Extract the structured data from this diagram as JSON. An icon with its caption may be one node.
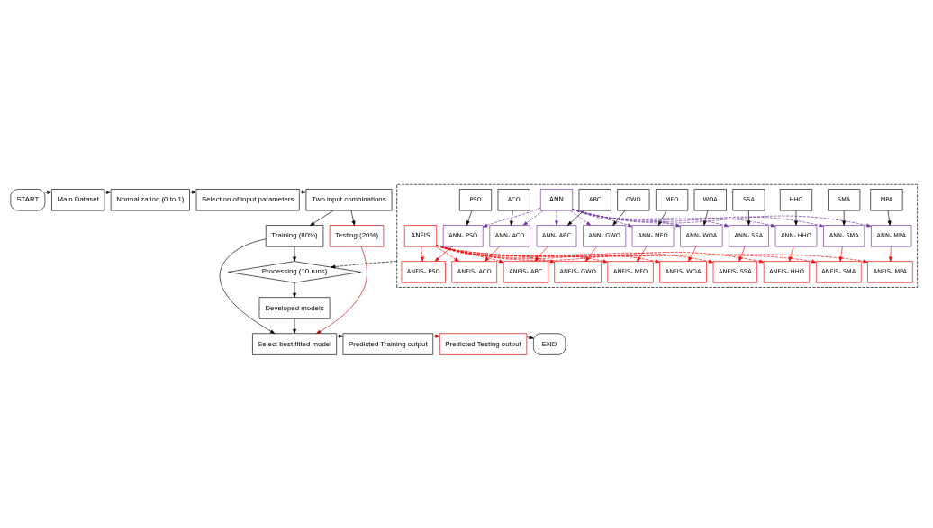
{
  "diagram": {
    "nodes": [
      {
        "text": [
          "START"
        ]
      },
      {
        "text": [
          "Main Dataset"
        ]
      },
      {
        "text": [
          "Normalization (0 to 1)"
        ]
      },
      {
        "text": [
          "Selection of input parameters"
        ]
      },
      {
        "text": [
          "Two input combinations"
        ]
      },
      {
        "text": [
          "Training (80%)"
        ]
      },
      {
        "text": [
          "Testing (20%)"
        ]
      },
      {
        "text": [
          "Processing (10 runs)"
        ]
      },
      {
        "text": [
          "Developed models"
        ]
      },
      {
        "text": [
          "Select best fitted model"
        ]
      },
      {
        "text": [
          "Predicted Training output"
        ]
      },
      {
        "text": [
          "Predicted Testing output"
        ]
      },
      {
        "text": [
          "END"
        ]
      },
      {
        "text": [],
        "shape": "box"
      },
      {
        "text": [
          "PSO"
        ],
        "in": 13
      },
      {
        "text": [
          "ACO"
        ],
        "in": 13
      },
      {
        "text": [
          "ABC"
        ],
        "in": 13
      },
      {
        "text": [
          "GWO"
        ],
        "in": 13
      },
      {
        "text": [
          "MFO"
        ],
        "in": 13
      },
      {
        "text": [
          "WOA"
        ],
        "in": 13
      },
      {
        "text": [
          "SSA"
        ],
        "in": 13
      },
      {
        "text": [
          "HHO"
        ],
        "in": 13
      },
      {
        "text": [
          "SMA"
        ],
        "in": 13
      },
      {
        "text": [
          "MPA"
        ],
        "in": 13
      },
      {
        "text": [
          "ANN"
        ],
        "in": 13
      },
      {
        "text": [
          "ANFIS"
        ],
        "in": 13
      },
      {
        "text": [
          "ANN- PSO"
        ],
        "in": 13
      },
      {
        "text": [
          "ANN- ACO"
        ],
        "in": 13
      },
      {
        "text": [
          "ANN- ABC"
        ],
        "in": 13
      },
      {
        "text": [
          "ANN- GWO"
        ],
        "in": 13
      },
      {
        "text": [
          "ANN- MFO"
        ],
        "in": 13
      },
      {
        "text": [
          "ANN- WOA"
        ],
        "in": 13
      },
      {
        "text": [
          "ANN- SSA"
        ],
        "in": 13
      },
      {
        "text": [
          "ANN- HHO"
        ],
        "in": 13
      },
      {
        "text": [
          "ANN- SMA"
        ],
        "in": 13
      },
      {
        "text": [
          "ANN- MPA"
        ],
        "in": 13
      },
      {
        "text": [
          "ANFIS- PSO"
        ],
        "in": 13
      },
      {
        "text": [
          "ANFIS- ACO"
        ],
        "in": 13
      },
      {
        "text": [
          "ANFIS- ABC"
        ],
        "in": 13
      },
      {
        "text": [
          "ANFIS- GWO"
        ],
        "in": 13
      },
      {
        "text": [
          "ANFIS- MFO"
        ],
        "in": 13
      },
      {
        "text": [
          "ANFIS- WOA"
        ],
        "in": 13
      },
      {
        "text": [
          "ANFIS- SSA"
        ],
        "in": 13
      },
      {
        "text": [
          "ANFIS- HHO"
        ],
        "in": 13
      },
      {
        "text": [
          "ANFIS- SMA"
        ],
        "in": 13
      },
      {
        "text": [
          "ANFIS- MPA"
        ],
        "in": 13
      }
    ],
    "edges": [
      {
        "from": 0,
        "to": 1,
        "arrow": "to"
      },
      {
        "from": 1,
        "to": 2,
        "arrow": "to"
      },
      {
        "from": 2,
        "to": 3,
        "arrow": "to"
      },
      {
        "from": 3,
        "to": 4,
        "arrow": "to"
      },
      {
        "from": 4,
        "to": 5,
        "arrow": "to"
      },
      {
        "from": 4,
        "to": 6,
        "arrow": "to"
      },
      {
        "from": 5,
        "to": 7,
        "arrow": "to"
      },
      {
        "from": 7,
        "to": 8,
        "arrow": "to"
      },
      {
        "from": 8,
        "to": 9,
        "arrow": "to"
      },
      {
        "from": 6,
        "to": 9,
        "arrow": "to",
        "color": "#c00000"
      },
      {
        "from": 5,
        "to": 9,
        "arrow": "to"
      },
      {
        "from": 9,
        "to": 10,
        "arrow": "to"
      },
      {
        "from": 10,
        "to": 11,
        "arrow": "to",
        "color": "#c00000"
      },
      {
        "from": 11,
        "to": 12,
        "arrow": "to"
      },
      {
        "from": 13,
        "to": 7,
        "arrow": "to",
        "style": "dashed"
      },
      {
        "from": 14,
        "to": 26,
        "arrow": "to"
      },
      {
        "from": 15,
        "to": 27,
        "arrow": "to"
      },
      {
        "from": 16,
        "to": 28,
        "arrow": "to"
      },
      {
        "from": 17,
        "to": 29,
        "arrow": "to"
      },
      {
        "from": 18,
        "to": 30,
        "arrow": "to"
      },
      {
        "from": 19,
        "to": 31,
        "arrow": "to"
      },
      {
        "from": 20,
        "to": 32,
        "arrow": "to"
      },
      {
        "from": 21,
        "to": 33,
        "arrow": "to"
      },
      {
        "from": 22,
        "to": 34,
        "arrow": "to"
      },
      {
        "from": 23,
        "to": 35,
        "arrow": "to"
      },
      {
        "from": 24,
        "to": 26,
        "arrow": "to",
        "style": "dashed",
        "color": "#7030a0"
      },
      {
        "from": 24,
        "to": 27,
        "arrow": "to",
        "style": "dashed",
        "color": "#7030a0"
      },
      {
        "from": 24,
        "to": 28,
        "arrow": "to",
        "style": "dashed",
        "color": "#7030a0"
      },
      {
        "from": 24,
        "to": 29,
        "arrow": "to",
        "style": "dashed",
        "color": "#7030a0"
      },
      {
        "from": 24,
        "to": 30,
        "arrow": "to",
        "style": "dashed",
        "color": "#7030a0"
      },
      {
        "from": 24,
        "to": 31,
        "arrow": "to",
        "style": "dashed",
        "color": "#7030a0"
      },
      {
        "from": 24,
        "to": 32,
        "arrow": "to",
        "style": "dashed",
        "color": "#7030a0"
      },
      {
        "from": 24,
        "to": 33,
        "arrow": "to",
        "style": "dashed",
        "color": "#7030a0"
      },
      {
        "from": 24,
        "to": 34,
        "arrow": "to",
        "style": "dashed",
        "color": "#7030a0"
      },
      {
        "from": 24,
        "to": 35,
        "arrow": "to",
        "style": "dashed",
        "color": "#7030a0"
      },
      {
        "from": 26,
        "to": 36,
        "arrow": "to",
        "color": "#ff0000"
      },
      {
        "from": 27,
        "to": 37,
        "arrow": "to",
        "color": "#ff0000"
      },
      {
        "from": 28,
        "to": 38,
        "arrow": "to",
        "color": "#ff0000"
      },
      {
        "from": 29,
        "to": 39,
        "arrow": "to",
        "color": "#ff0000"
      },
      {
        "from": 30,
        "to": 40,
        "arrow": "to",
        "color": "#ff0000"
      },
      {
        "from": 31,
        "to": 41,
        "arrow": "to",
        "color": "#ff0000"
      },
      {
        "from": 32,
        "to": 42,
        "arrow": "to",
        "color": "#ff0000"
      },
      {
        "from": 33,
        "to": 43,
        "arrow": "to",
        "color": "#ff0000"
      },
      {
        "from": 34,
        "to": 44,
        "arrow": "to",
        "color": "#ff0000"
      },
      {
        "from": 35,
        "to": 45,
        "arrow": "to",
        "color": "#ff0000"
      },
      {
        "from": 25,
        "to": 36,
        "arrow": "to",
        "style": "dashed",
        "color": "#ff0000"
      },
      {
        "from": 25,
        "to": 37,
        "arrow": "to",
        "style": "dashed",
        "color": "#ff0000"
      },
      {
        "from": 25,
        "to": 38,
        "arrow": "to",
        "style": "dashed",
        "color": "#ff0000"
      },
      {
        "from": 25,
        "to": 39,
        "arrow": "to",
        "style": "dashed",
        "color": "#ff0000"
      },
      {
        "from": 25,
        "to": 40,
        "arrow": "to",
        "style": "dashed",
        "color": "#ff0000"
      },
      {
        "from": 25,
        "to": 41,
        "arrow": "to",
        "style": "dashed",
        "color": "#ff0000"
      },
      {
        "from": 25,
        "to": 42,
        "arrow": "to",
        "style": "dashed",
        "color": "#ff0000"
      },
      {
        "from": 25,
        "to": 43,
        "arrow": "to",
        "style": "dashed",
        "color": "#ff0000"
      },
      {
        "from": 25,
        "to": 44,
        "arrow": "to",
        "style": "dashed",
        "color": "#ff0000"
      },
      {
        "from": 25,
        "to": 45,
        "arrow": "to",
        "style": "dashed",
        "color": "#ff0000"
      }
    ]
  }
}
